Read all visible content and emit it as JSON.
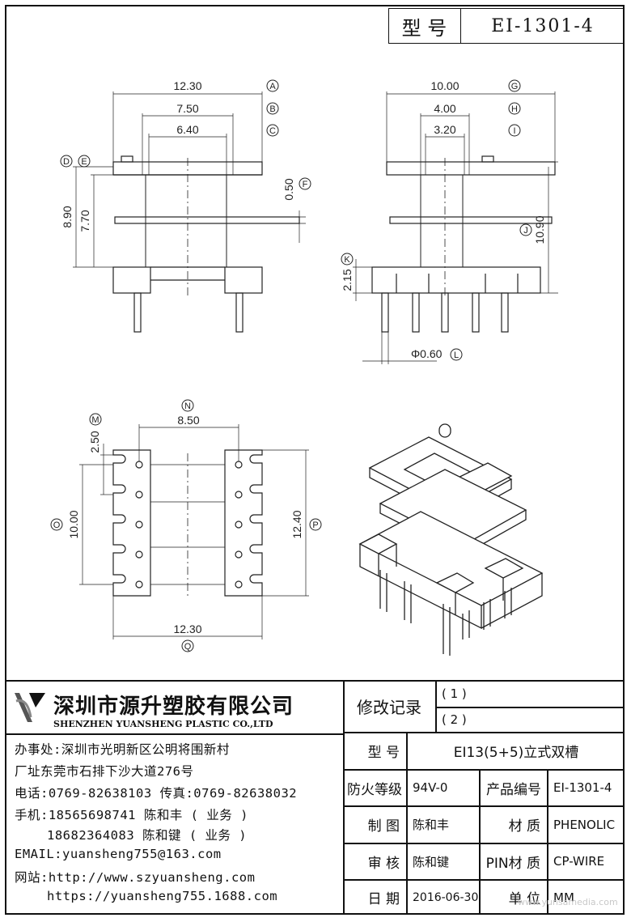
{
  "header": {
    "model_label": "型 号",
    "model_value": "EI-1301-4"
  },
  "drawing": {
    "front": {
      "d_a": "12.30",
      "d_b": "7.50",
      "d_c": "6.40",
      "d_de_h": "8.90",
      "d_e": "7.70",
      "d_f": "0.50",
      "tag_a": "A",
      "tag_b": "B",
      "tag_c": "C",
      "tag_d": "D",
      "tag_e": "E",
      "tag_f": "F"
    },
    "side": {
      "d_g": "10.00",
      "d_h": "4.00",
      "d_i": "3.20",
      "d_j": "10.90",
      "d_k": "2.15",
      "d_l": "Φ0.60",
      "tag_g": "G",
      "tag_h": "H",
      "tag_i": "I",
      "tag_j": "J",
      "tag_k": "K",
      "tag_l": "L"
    },
    "bottom": {
      "d_n": "8.50",
      "d_m": "2.50",
      "d_o": "10.00",
      "d_p": "12.40",
      "d_q": "12.30",
      "tag_m": "M",
      "tag_n": "N",
      "tag_o": "O",
      "tag_p": "P",
      "tag_q": "Q"
    }
  },
  "company": {
    "name_cn": "深圳市源升塑胶有限公司",
    "name_en": "SHENZHEN YUANSHENG PLASTIC CO.,LTD",
    "office": "办事处:深圳市光明新区公明将围新村",
    "factory": "厂址东莞市石排下沙大道276号",
    "phone": "电话:0769-82638103 传真:0769-82638032",
    "mobile1": "手机:18565698741 陈和丰 ( 业务 )",
    "mobile2": "18682364083 陈和键 ( 业务 )",
    "email": "EMAIL:yuansheng755@163.com",
    "website1": "网站:http://www.szyuansheng.com",
    "website2": "https://yuansheng755.1688.com"
  },
  "title_block": {
    "revision_label": "修改记录",
    "revision_1": "( 1 )",
    "revision_2": "( 2 )",
    "model_label": "型 号",
    "model_value": "EI13(5+5)立式双槽",
    "fire_label": "防火等级",
    "fire_value": "94V-0",
    "product_no_label": "产品编号",
    "product_no_value": "EI-1301-4",
    "drawn_label": "制 图",
    "drawn_value": "陈和丰",
    "material_label": "材 质",
    "material_value": "PHENOLIC",
    "review_label": "审 核",
    "review_value": "陈和键",
    "pin_label": "PIN材 质",
    "pin_value": "CP-WIRE",
    "date_label": "日 期",
    "date_value": "2016-06-30",
    "unit_label": "单 位",
    "unit_value": "MM"
  },
  "watermark": "www.yunsamedia.com"
}
